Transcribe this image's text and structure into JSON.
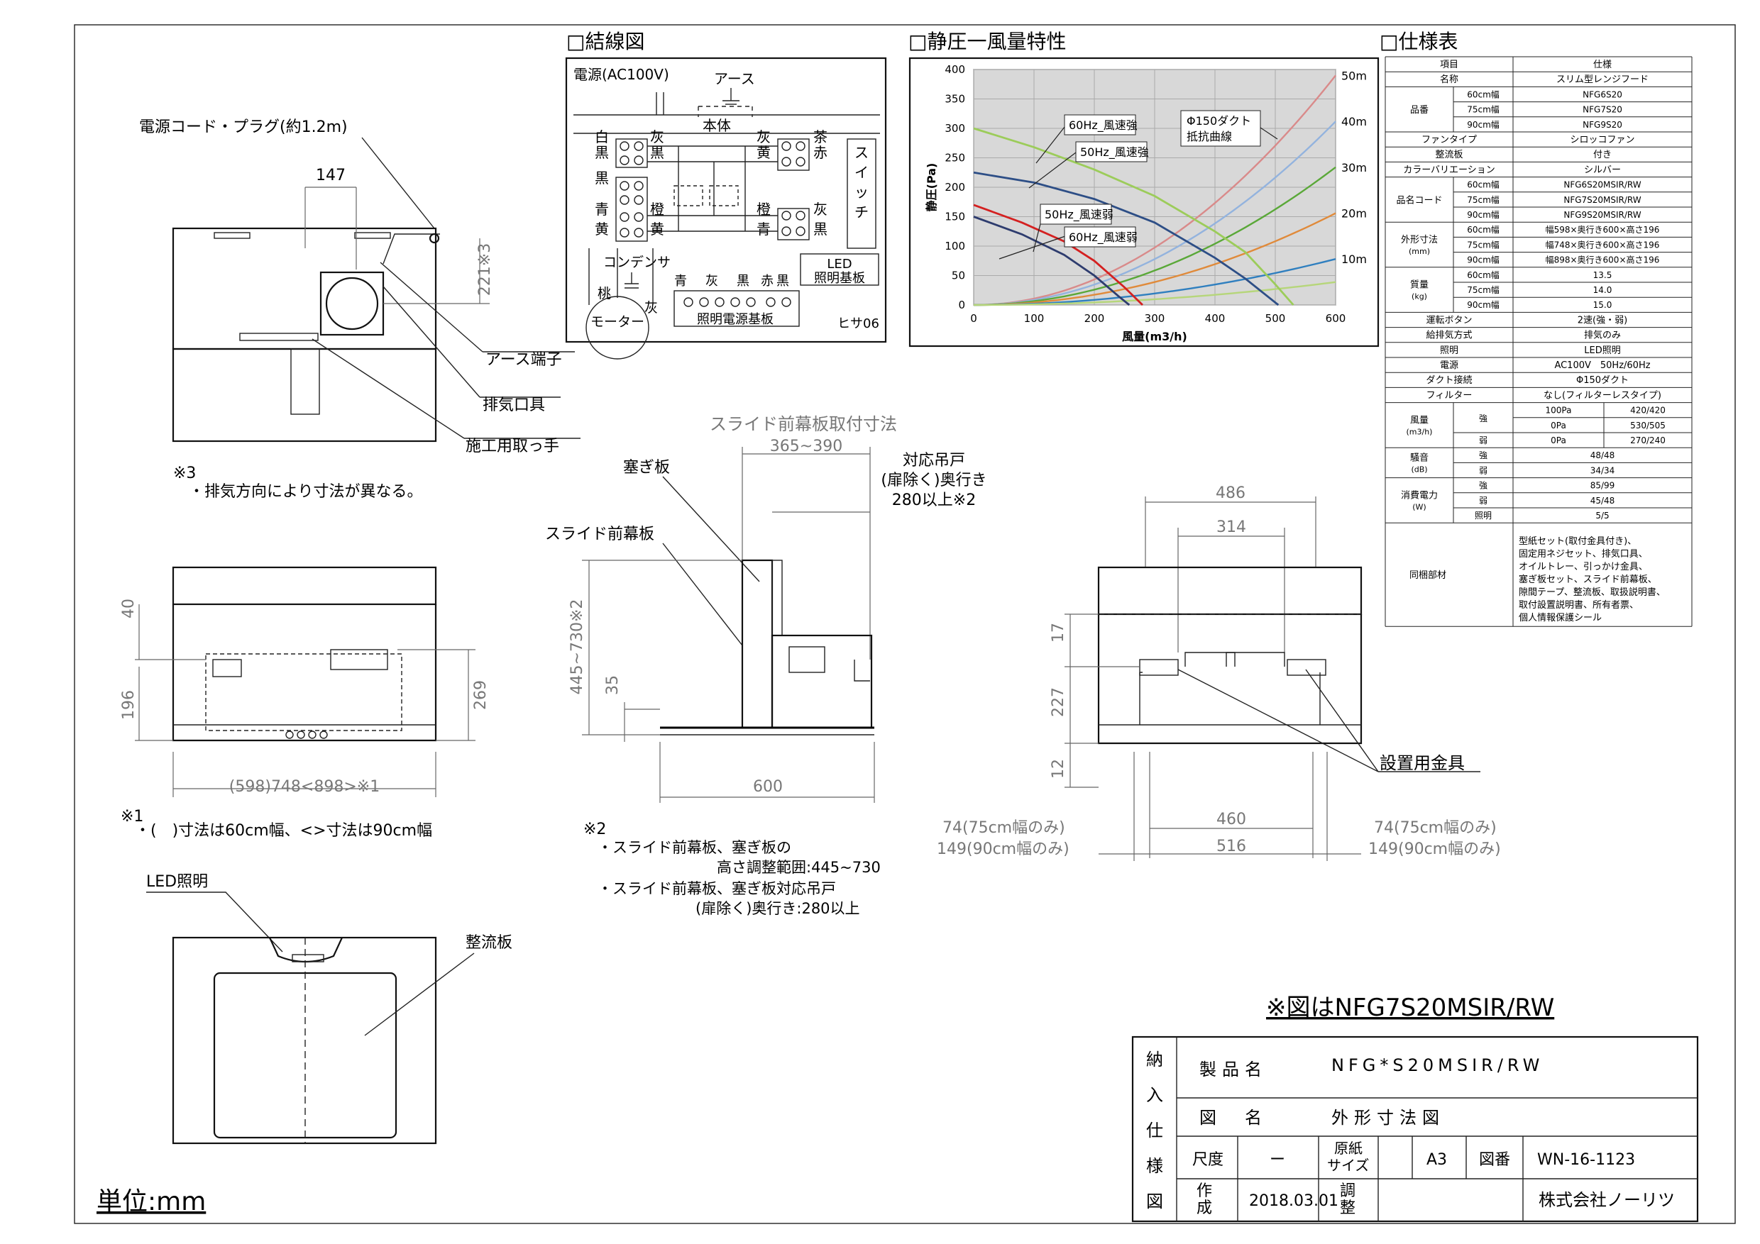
{
  "sections": {
    "wiring": "□結線図",
    "pressure": "□静圧一風量特性",
    "spec": "□仕様表"
  },
  "wiring": {
    "power": "電源(AC100V)",
    "earth": "アース",
    "body": "本体",
    "w_white": "白",
    "w_black1": "黒",
    "w_black2": "黒",
    "w_blue": "青",
    "w_yellow1": "黄",
    "w_gray1": "灰",
    "w_black3": "黒",
    "w_orange1": "橙",
    "w_yellow2": "黄",
    "w_gray2": "灰",
    "w_yellow3": "黄",
    "w_orange2": "橙",
    "w_blue2": "青",
    "w_brown": "茶",
    "w_red": "赤",
    "w_gray3": "灰",
    "w_black4": "黒",
    "switch": "スイッチ",
    "led_board": "LED照明基板",
    "condenser": "コンデンサ",
    "peach": "桃",
    "gray_m": "灰",
    "motor": "モーター",
    "b_blue": "青",
    "b_gray": "灰",
    "b_black": "黒",
    "b_red": "赤",
    "b_black2": "黒",
    "light_board": "照明電源基板",
    "code": "ヒサ06"
  },
  "chart_data": {
    "type": "line",
    "xlabel": "風量(m3/h)",
    "ylabel": "静圧(Pa)",
    "xlim": [
      0,
      600
    ],
    "ylim": [
      0,
      400
    ],
    "xticks": [
      0,
      100,
      200,
      300,
      400,
      500,
      600
    ],
    "yticks": [
      0,
      50,
      100,
      150,
      200,
      250,
      300,
      350,
      400
    ],
    "grid": true,
    "series": [
      {
        "name": "60Hz_風速強",
        "color": "#9ccc5a",
        "x": [
          0,
          100,
          200,
          300,
          400,
          450,
          500,
          530
        ],
        "y": [
          300,
          268,
          230,
          185,
          125,
          90,
          35,
          0
        ]
      },
      {
        "name": "50Hz_風速強",
        "color": "#2d4e86",
        "x": [
          0,
          100,
          200,
          300,
          400,
          450,
          505
        ],
        "y": [
          225,
          208,
          180,
          140,
          80,
          45,
          0
        ]
      },
      {
        "name": "50Hz_風速弱",
        "color": "#2e3c6e",
        "x": [
          0,
          80,
          150,
          200,
          240,
          258
        ],
        "y": [
          150,
          120,
          85,
          50,
          15,
          0
        ]
      },
      {
        "name": "60Hz_風速弱",
        "color": "#d42020",
        "x": [
          0,
          80,
          150,
          200,
          250,
          280
        ],
        "y": [
          170,
          140,
          108,
          75,
          30,
          0
        ]
      }
    ],
    "resistance_label": "Φ150ダクト\n抵抗曲線",
    "resistance": [
      {
        "name": "50m",
        "color": "#d98a8a",
        "k": 0.001083
      },
      {
        "name": "40m",
        "color": "#93b3de",
        "k": 0.000866
      },
      {
        "name": "30m",
        "color": "#5aa838",
        "k": 0.00065
      },
      {
        "name": "20m",
        "color": "#e08a3a",
        "k": 0.000433
      },
      {
        "name": "10m",
        "color": "#2f7fbf",
        "k": 0.000217
      },
      {
        "name": "",
        "color": "#b6d67a",
        "k": 0.000108
      }
    ]
  },
  "spec": {
    "header": [
      "項目",
      "仕様"
    ],
    "rows": [
      {
        "label": "名称",
        "value": "スリム型レンジフード"
      },
      {
        "label": "品番",
        "subs": [
          [
            "60cm幅",
            "NFG6S20"
          ],
          [
            "75cm幅",
            "NFG7S20"
          ],
          [
            "90cm幅",
            "NFG9S20"
          ]
        ]
      },
      {
        "label": "ファンタイプ",
        "value": "シロッコファン"
      },
      {
        "label": "整流板",
        "value": "付き"
      },
      {
        "label": "カラーバリエーション",
        "value": "シルバー"
      },
      {
        "label": "品名コード",
        "subs": [
          [
            "60cm幅",
            "NFG6S20MSIR/RW"
          ],
          [
            "75cm幅",
            "NFG7S20MSIR/RW"
          ],
          [
            "90cm幅",
            "NFG9S20MSIR/RW"
          ]
        ]
      },
      {
        "label": "外形寸法\n(mm)",
        "subs": [
          [
            "60cm幅",
            "幅598×奥行き600×高さ196"
          ],
          [
            "75cm幅",
            "幅748×奥行き600×高さ196"
          ],
          [
            "90cm幅",
            "幅898×奥行き600×高さ196"
          ]
        ]
      },
      {
        "label": "質量\n(kg)",
        "subs": [
          [
            "60cm幅",
            "13.5"
          ],
          [
            "75cm幅",
            "14.0"
          ],
          [
            "90cm幅",
            "15.0"
          ]
        ]
      },
      {
        "label": "運転ボタン",
        "value": "2速(強・弱)"
      },
      {
        "label": "給排気方式",
        "value": "排気のみ"
      },
      {
        "label": "照明",
        "value": "LED照明"
      },
      {
        "label": "電源",
        "value": "AC100V　50Hz/60Hz"
      },
      {
        "label": "ダクト接続",
        "value": "Φ150ダクト"
      },
      {
        "label": "フィルター",
        "value": "なし(フィルターレスタイプ)"
      },
      {
        "label": "風量\n(m3/h)",
        "subs3": [
          [
            "強",
            "100Pa",
            "420/420"
          ],
          [
            "",
            "0Pa",
            "530/505"
          ],
          [
            "弱",
            "0Pa",
            "270/240"
          ]
        ]
      },
      {
        "label": "騒音\n(dB)",
        "subs": [
          [
            "強",
            "48/48"
          ],
          [
            "弱",
            "34/34"
          ]
        ]
      },
      {
        "label": "消費電力\n(W)",
        "subs": [
          [
            "強",
            "85/99"
          ],
          [
            "弱",
            "45/48"
          ],
          [
            "照明",
            "5/5"
          ]
        ]
      },
      {
        "label": "同梱部材",
        "value": "型紙セット(取付金具付き)、固定用ネジセット、排気口具、オイルトレー、引っかけ金具、塞ぎ板セット、スライド前幕板、隙間テープ、整流板、取扱説明書、取付設置説明書、所有者票、個人情報保護シール"
      }
    ]
  },
  "top_view": {
    "cord": "電源コード・プラグ(約1.2m)",
    "dim147": "147",
    "dim221": "221※3",
    "earth": "アース端子",
    "exhaust": "排気口具",
    "handle": "施工用取っ手",
    "note_mark": "※3",
    "note": "・排気方向により寸法が異なる。"
  },
  "front_view": {
    "dim40": "40",
    "dim196": "196",
    "dim269": "269",
    "width": "(598)748<898>※1",
    "note_mark": "※1",
    "note": "・(　)寸法は60cm幅、<>寸法は90cm幅"
  },
  "side_view": {
    "title": "スライド前幕板取付寸法",
    "dim365": "365~390",
    "cabinet1": "対応吊戸",
    "cabinet2": "(扉除く)奥行き",
    "cabinet3": "280以上※2",
    "blank": "塞ぎ板",
    "slide": "スライド前幕板",
    "dim445": "445~730※2",
    "dim35": "35",
    "dim600": "600",
    "note_mark": "※2",
    "note1": "・スライド前幕板、塞ぎ板の",
    "note2": "高さ調整範囲:445~730",
    "note3": "・スライド前幕板、塞ぎ板対応吊戸",
    "note4": "(扉除く)奥行き:280以上"
  },
  "back_view": {
    "dim486": "486",
    "dim314": "314",
    "dim17": "17",
    "dim227": "227",
    "dim12": "12",
    "dim460": "460",
    "dim516": "516",
    "l74": "74(75cm幅のみ)",
    "l149": "149(90cm幅のみ)",
    "r74": "74(75cm幅のみ)",
    "r149": "149(90cm幅のみ)",
    "bracket": "設置用金具"
  },
  "bottom_view": {
    "led": "LED照明",
    "rectifier": "整流板"
  },
  "unit": "単位:mm",
  "model_title": "※図はNFG7S20MSIR/RW",
  "title_block": {
    "side": "納入仕様図",
    "product_label": "製品名",
    "product_value": "NFG*S20MSIR/RW",
    "drawing_label": "図名",
    "drawing_value": "外形寸法図",
    "scale_label": "尺度",
    "scale_value": "ー",
    "paper_label": "原紙サイズ",
    "paper_value": "A3",
    "number_label": "図番",
    "number_value": "WN-16-1123",
    "made_label": "作成",
    "made_value": "2018.03.01",
    "check_label": "調整",
    "company": "株式会社ノーリツ"
  }
}
